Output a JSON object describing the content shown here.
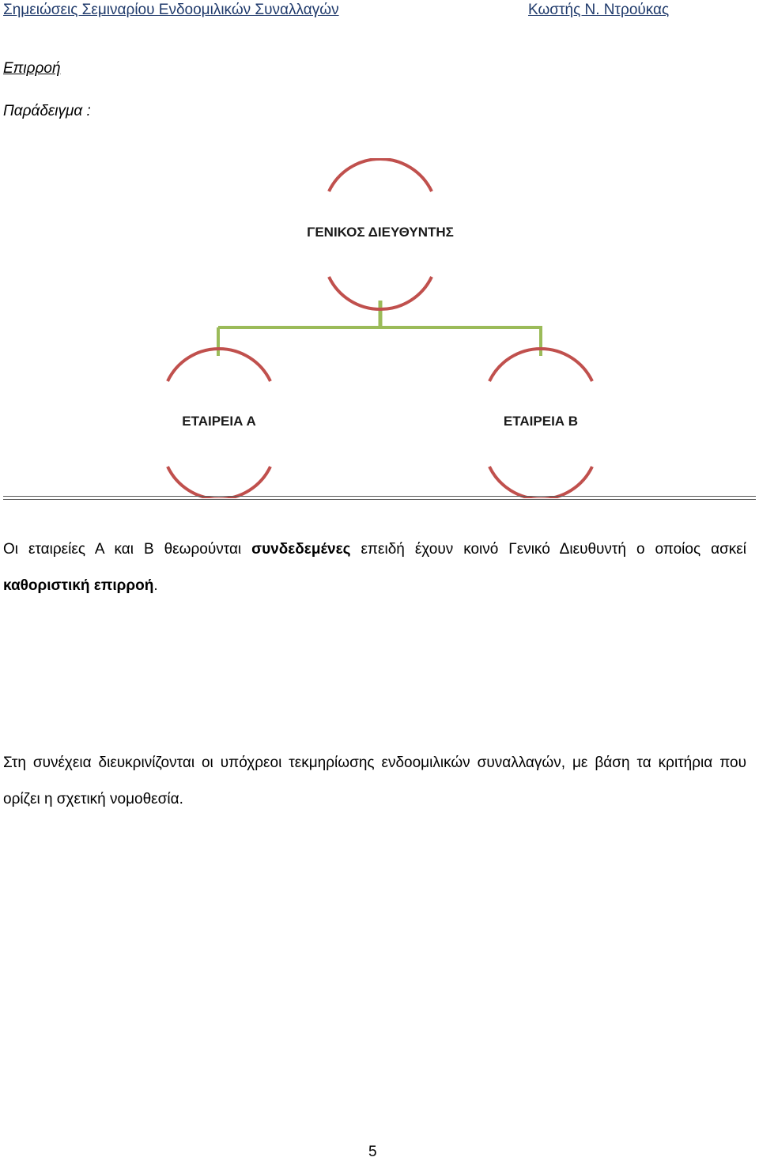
{
  "header": {
    "title": "Σημειώσεις Σεμιναρίου Ενδοομιλικών Συναλλαγών",
    "author": "Κωστής Ν. Ντρούκας"
  },
  "section": {
    "heading": "Επιρροή",
    "example_label": "Παράδειγμα :"
  },
  "diagram": {
    "top_node": "ΓΕΝΙΚΟΣ ΔΙΕΥΘΥΝΤΗΣ",
    "left_node": "ΕΤΑΙΡΕΙΑ Α",
    "right_node": "ΕΤΑΙΡΕΙΑ Β",
    "arc_color": "#c0504d",
    "connector_color": "#9bbb59"
  },
  "paragraph1": {
    "part1": "Οι εταιρείες Α και Β θεωρούνται ",
    "bold1": "συνδεδεμένες",
    "part2": " επειδή έχουν κοινό Γενικό Διευθυντή ο οποίος ασκεί ",
    "bold2": "καθοριστική επιρροή",
    "part3": "."
  },
  "paragraph2": {
    "text": "Στη συνέχεια διευκρινίζονται οι υπόχρεοι τεκμηρίωσης ενδοομιλικών συναλλαγών, με βάση τα κριτήρια που ορίζει η σχετική νομοθεσία."
  },
  "footer": {
    "page_number": "5"
  }
}
